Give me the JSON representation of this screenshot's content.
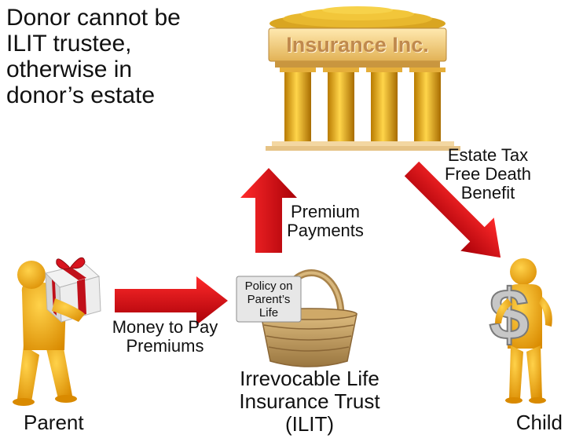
{
  "warning_note": [
    "Donor cannot be",
    "ILIT trustee,",
    "otherwise in",
    "donor’s estate"
  ],
  "insurer": {
    "sign": "Insurance Inc."
  },
  "arrows": {
    "premium_payments": [
      "Premium",
      "Payments"
    ],
    "death_benefit": [
      "Estate Tax",
      "Free Death",
      "Benefit"
    ],
    "money_to_pay": [
      "Money to Pay",
      "Premiums"
    ]
  },
  "basket_tag": [
    "Policy on",
    "Parent’s",
    "Life"
  ],
  "trust_label": [
    "Irrevocable Life",
    "Insurance Trust",
    "(ILIT)"
  ],
  "parent_label": "Parent",
  "child_label": "Child",
  "colors": {
    "arrow_red": "#c8000a",
    "figure_gold": "#f0a800",
    "gift_red": "#c0101a",
    "coin_gold": "#d9a521",
    "basket_tan": "#c9a56a"
  }
}
